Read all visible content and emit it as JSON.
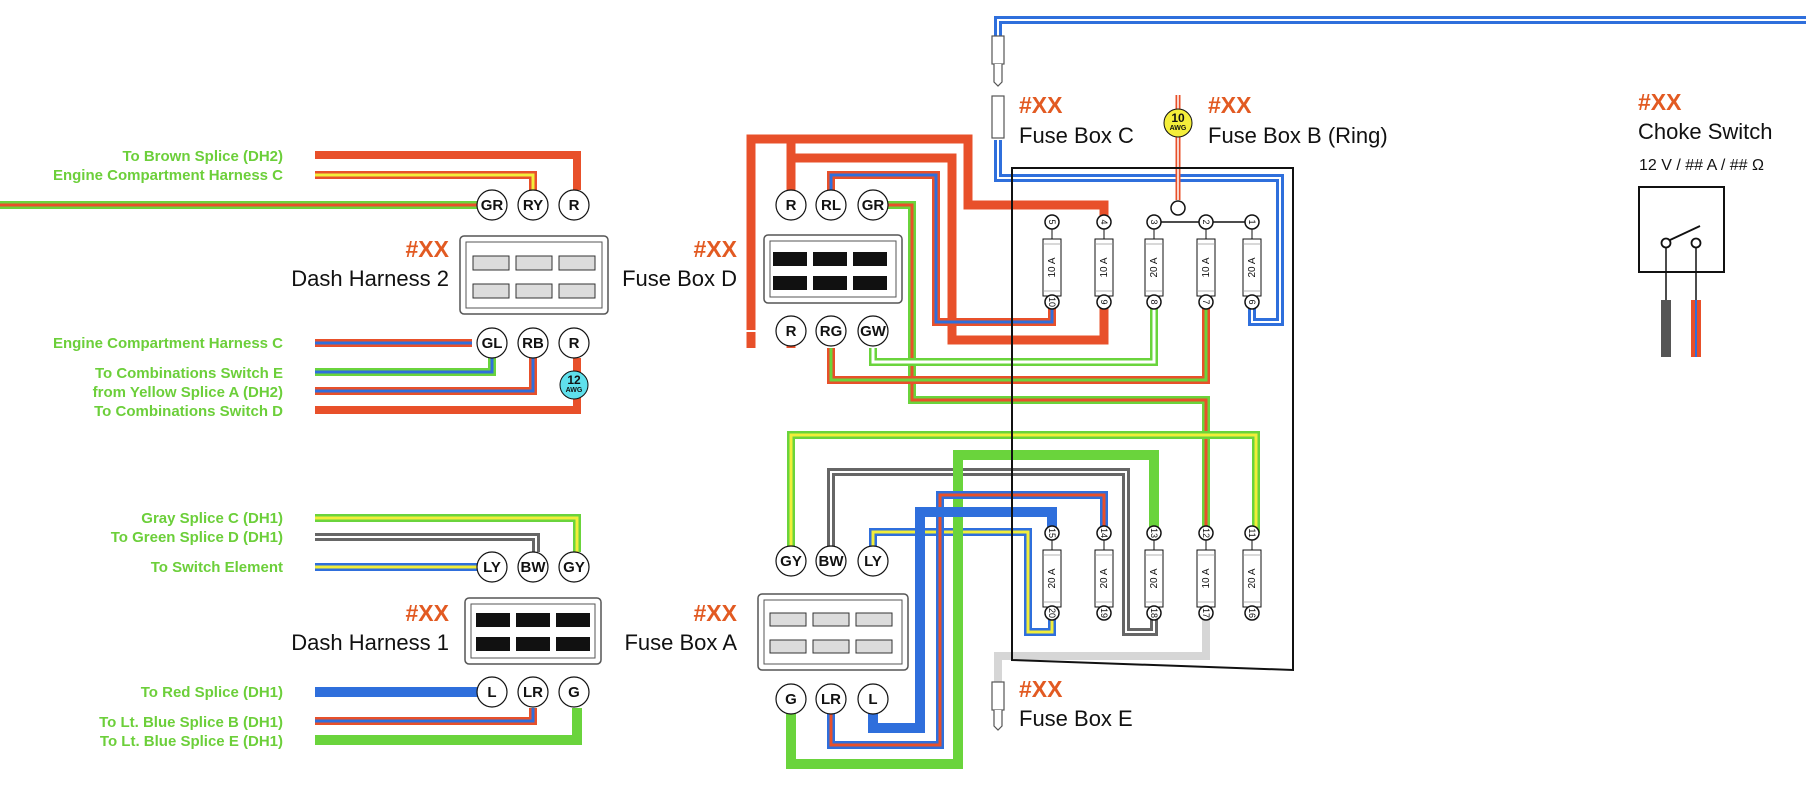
{
  "colors": {
    "red": "#e8502a",
    "green": "#6ad43c",
    "blue": "#2f6fdc",
    "gray": "#666666",
    "yellow": "#f2ee3a",
    "light_gray": "#d6d6d6",
    "label_green": "#6ccf3a",
    "code_orange": "#e25a22",
    "awg_cyan": "#5fe0ec",
    "awg_yellow": "#f4ee3a"
  },
  "dash_harness_2": {
    "code": "#XX",
    "title": "Dash Harness 2",
    "top_pins": [
      "GR",
      "RY",
      "R"
    ],
    "bottom_pins": [
      "GL",
      "RB",
      "R"
    ],
    "wire_labels_top": [
      "To Brown Splice (DH2)",
      "Engine Compartment Harness C"
    ],
    "wire_labels_bottom": [
      "Engine Compartment Harness C",
      "To Combinations Switch E",
      "from Yellow Splice A (DH2)",
      "To Combinations Switch D"
    ],
    "awg": {
      "value": "12",
      "unit": "AWG"
    }
  },
  "dash_harness_1": {
    "code": "#XX",
    "title": "Dash Harness 1",
    "top_pins": [
      "LY",
      "BW",
      "GY"
    ],
    "bottom_pins": [
      "L",
      "LR",
      "G"
    ],
    "wire_labels_top": [
      "Gray Splice C (DH1)",
      "To Green Splice D (DH1)",
      "To Switch Element"
    ],
    "wire_labels_bottom": [
      "To Red Splice (DH1)",
      "To Lt. Blue Splice B (DH1)",
      "To Lt. Blue Splice E (DH1)"
    ]
  },
  "fuse_box_d": {
    "code": "#XX",
    "title": "Fuse Box D",
    "top_pins": [
      "R",
      "RL",
      "GR"
    ],
    "bottom_pins": [
      "R",
      "RG",
      "GW"
    ]
  },
  "fuse_box_a": {
    "code": "#XX",
    "title": "Fuse Box A",
    "top_pins": [
      "GY",
      "BW",
      "LY"
    ],
    "bottom_pins": [
      "G",
      "LR",
      "L"
    ]
  },
  "fuse_box_c": {
    "code": "#XX",
    "title": "Fuse Box C"
  },
  "fuse_box_b": {
    "code": "#XX",
    "title": "Fuse Box B (Ring)",
    "awg": {
      "value": "10",
      "unit": "AWG"
    }
  },
  "fuse_box_e": {
    "code": "#XX",
    "title": "Fuse Box E"
  },
  "choke_switch": {
    "code": "#XX",
    "title": "Choke Switch",
    "spec": "12 V / ## A / ## Ω"
  },
  "fuse_panel": {
    "top_row": {
      "upper_terminals": [
        "5",
        "4",
        "3",
        "2",
        "1"
      ],
      "ratings": [
        "10 A",
        "10 A",
        "20 A",
        "10 A",
        "20 A"
      ],
      "lower_terminals": [
        "10",
        "9",
        "8",
        "7",
        "6"
      ]
    },
    "bottom_row": {
      "upper_terminals": [
        "15",
        "14",
        "13",
        "12",
        "11"
      ],
      "ratings": [
        "20 A",
        "20 A",
        "20 A",
        "10 A",
        "20 A"
      ],
      "lower_terminals": [
        "20",
        "19",
        "18",
        "17",
        "16"
      ]
    }
  }
}
